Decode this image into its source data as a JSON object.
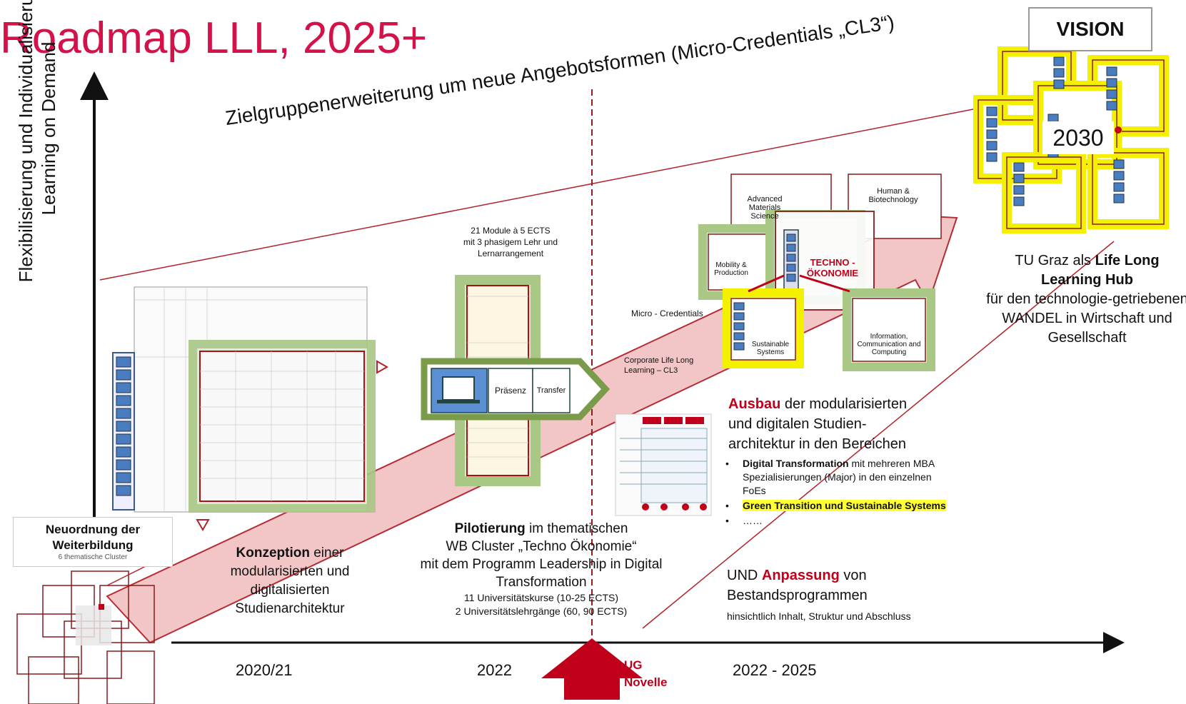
{
  "title": "Roadmap LLL, 2025+",
  "vision_label": "VISION",
  "y_axis_label_line1": "Flexibilisierung und Individualisierung",
  "y_axis_label_line2": "Learning on Demand",
  "slogan": "Zielgruppenerweiterung um neue Angebotsformen (Micro-Credentials „CL3“)",
  "vision_year": "2030",
  "tu_graz": {
    "prefix": "TU Graz als ",
    "bold": "Life Long Learning Hub",
    "rest": "für den technologie-getriebenen WANDEL in Wirtschaft und Gesellschaft"
  },
  "module_caption": {
    "line1": "21 Module à 5 ECTS",
    "line2": "mit 3 phasigem Lehr und",
    "line3": "Lernarrangement"
  },
  "phase_boxes": [
    "Präsenz",
    "Transfer"
  ],
  "cluster_boxes": {
    "advanced": "Advanced Materials Science",
    "human": "Human & Biotechnology",
    "mobility": "Mobility & Production",
    "techno_line1": "TECHNO -",
    "techno_line2": "ÖKONOMIE",
    "sustainable": "Sustainable Systems",
    "information": "Information, Communication and Computing"
  },
  "micro_credentials": "Micro - Credentials",
  "corporate": "Corporate Life Long Learning – CL3",
  "neuordnung": {
    "title_line1": "Neuordnung der",
    "title_line2": "Weiterbildung",
    "sub": "6 thematische Cluster"
  },
  "konzeption": {
    "bold": "Konzeption",
    "text1": " einer",
    "text2": "modularisierten und",
    "text3": "digitalisierten",
    "text4": "Studienarchitektur"
  },
  "pilotierung": {
    "bold": "Pilotierung",
    "line1_rest": " im thematischen",
    "line2": "WB Cluster „Techno Ökonomie“",
    "line3": "mit dem Programm Leadership in Digital",
    "line4": "Transformation",
    "line5": "11 Universitätskurse (10-25 ECTS)",
    "line6": "2 Universitätslehrgänge (60, 90 ECTS)"
  },
  "ausbau": {
    "red": "Ausbau",
    "text1": " der modularisierten",
    "text2": "und digitalen Studien-",
    "text3": "architektur in den Bereichen"
  },
  "bullets": {
    "b1_bold": "Digital Transformation",
    "b1_rest": " mit mehreren MBA Spezialisierungen (Major) in den einzelnen FoEs",
    "b2": "Green Transition und Sustainable Systems",
    "b3": "……"
  },
  "und": {
    "prefix": "UND ",
    "red": "Anpassung",
    "rest": " von",
    "line2": "Bestandsprogrammen",
    "sub": "hinsichtlich Inhalt, Struktur und Abschluss"
  },
  "timeline": {
    "y1": "2020/21",
    "y2": "2022",
    "ug_line1": "UG",
    "ug_line2": "Novelle",
    "y3": "2022 - 2025"
  },
  "colors": {
    "title": "#d4124a",
    "accent_red": "#c0001a",
    "arrow_fill": "#f2c2c4",
    "arrow_stroke": "#b2222a",
    "green_glow": "#a9c785",
    "yellow_glow": "#f3f000"
  }
}
